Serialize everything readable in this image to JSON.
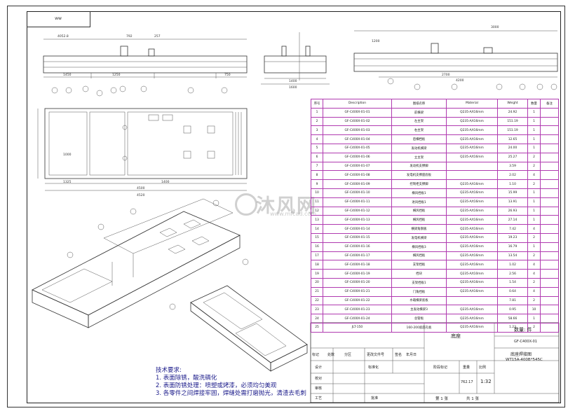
{
  "corner_tag": "ww",
  "watermark": {
    "name": "沐风网",
    "url": "www.mfcad.com"
  },
  "bom": {
    "headers": [
      "序号",
      "Description",
      "图纸名称",
      "Material",
      "Weight",
      "数量",
      "备注"
    ],
    "rows": [
      [
        "1",
        "GF-C400X-01-01",
        "前横梁",
        "Q235-A/t16mm",
        "24.92",
        "1",
        ""
      ],
      [
        "2",
        "GF-C400X-01-02",
        "左主架",
        "Q235-A/t16mm",
        "151.19",
        "1",
        ""
      ],
      [
        "3",
        "GF-C400X-01-03",
        "右主架",
        "Q235-A/t16mm",
        "151.19",
        "1",
        ""
      ],
      [
        "4",
        "GF-C400X-01-04",
        "后横档板",
        "Q235-A/t16mm",
        "12.65",
        "1",
        ""
      ],
      [
        "5",
        "GF-C400X-01-05",
        "发动机横梁",
        "Q235-A/t16mm",
        "24.00",
        "1",
        ""
      ],
      [
        "6",
        "GF-C400X-01-06",
        "立主架",
        "Q235-A/t16mm",
        "25.27",
        "2",
        ""
      ],
      [
        "7",
        "GF-C400X-01-07",
        "发动机支撑脚",
        "",
        "3.59",
        "2",
        ""
      ],
      [
        "8",
        "GF-C400X-01-08",
        "发电机支撑座底板",
        "",
        "2.02",
        "4",
        ""
      ],
      [
        "9",
        "GF-C400X-01-09",
        "控制柜支撑脚",
        "Q235-A/t16mm",
        "1.10",
        "2",
        ""
      ],
      [
        "10",
        "GF-C400X-01-10",
        "横风挡板1",
        "Q235-A/t16mm",
        "15.99",
        "1",
        ""
      ],
      [
        "11",
        "GF-C400X-01-11",
        "进风挡板1",
        "Q235-A/t16mm",
        "13.91",
        "1",
        ""
      ],
      [
        "12",
        "GF-C400X-01-12",
        "横风挡板",
        "Q235-A/t16mm",
        "26.93",
        "1",
        ""
      ],
      [
        "13",
        "GF-C400X-01-13",
        "横风挡板",
        "Q235-A/t16mm",
        "27.14",
        "1",
        ""
      ],
      [
        "14",
        "GF-C400X-01-14",
        "横梁角钢板",
        "Q235-A/t16mm",
        "7.42",
        "4",
        ""
      ],
      [
        "15",
        "GF-C400X-01-15",
        "发电机横梁",
        "Q235-A/t16mm",
        "19.23",
        "2",
        ""
      ],
      [
        "16",
        "GF-C400X-01-16",
        "横风挡板3",
        "Q235-A/t16mm",
        "16.79",
        "1",
        ""
      ],
      [
        "17",
        "GF-C400X-01-17",
        "横风挡板",
        "Q235-A/t16mm",
        "13.54",
        "2",
        ""
      ],
      [
        "18",
        "GF-C400X-01-18",
        "支架挡板",
        "Q235-A/t16mm",
        "1.02",
        "4",
        ""
      ],
      [
        "19",
        "GF-C400X-01-19",
        "挡块",
        "Q235-A/t10mm",
        "2.56",
        "4",
        ""
      ],
      [
        "20",
        "GF-C400X-01-20",
        "支架挡板1",
        "Q235-A/t16mm",
        "1.54",
        "2",
        ""
      ],
      [
        "21",
        "GF-C400X-01-21",
        "门角挡板",
        "Q235-A/t16mm",
        "0.64",
        "4",
        ""
      ],
      [
        "22",
        "GF-C400X-01-22",
        "水箱横梁底板",
        "",
        "7.81",
        "2",
        ""
      ],
      [
        "23",
        "GF-C400X-01-23",
        "主发动横梁3",
        "Q235-A/t16mm",
        "0.95",
        "10",
        ""
      ],
      [
        "24",
        "GF-C400X-01-24",
        "总管板",
        "Q235-A/t16mm",
        "58.66",
        "1",
        ""
      ],
      [
        "25",
        "JLT-150",
        "160-200底座孔板",
        "Q235-A/t16mm",
        "1.23",
        "2",
        ""
      ]
    ]
  },
  "title_block": {
    "quantity": "数量: 件",
    "drawing_code": "GF-C400X-01",
    "part_name": "底座",
    "assembly_name": "底座焊接图",
    "model": "WT15A-400B*545C",
    "row_labels": [
      "标记",
      "处数",
      "分区",
      "更改文件号",
      "签名",
      "年月日"
    ],
    "roles": [
      "设计",
      "校对",
      "审核",
      "工艺"
    ],
    "role_right": [
      "标准化",
      "批准"
    ],
    "stage_label": "阶段标记",
    "weight_label": "重量",
    "scale_label": "比例",
    "weight_value": "762.17",
    "scale_value": "1:32",
    "sheet_info": [
      "第 1 张",
      "共 1 张"
    ]
  },
  "tech_requirements": {
    "title": "技术要求:",
    "items": [
      "1. 表面除锈，酸洗磷化",
      "2. 表面防锈处理：喷塑或烤漆，必须均匀美观",
      "3. 各零件之间焊接牢固，焊缝处需打磨抛光，清渣去毛刺"
    ]
  },
  "dims_top": [
    "4052.8",
    "792",
    "257",
    "1450",
    "1250",
    "750",
    "1325",
    "1000",
    "1400",
    "4500",
    "4520"
  ],
  "dims_side": [
    "1600",
    "1400",
    "1200",
    "2700",
    "4200",
    "3000"
  ]
}
